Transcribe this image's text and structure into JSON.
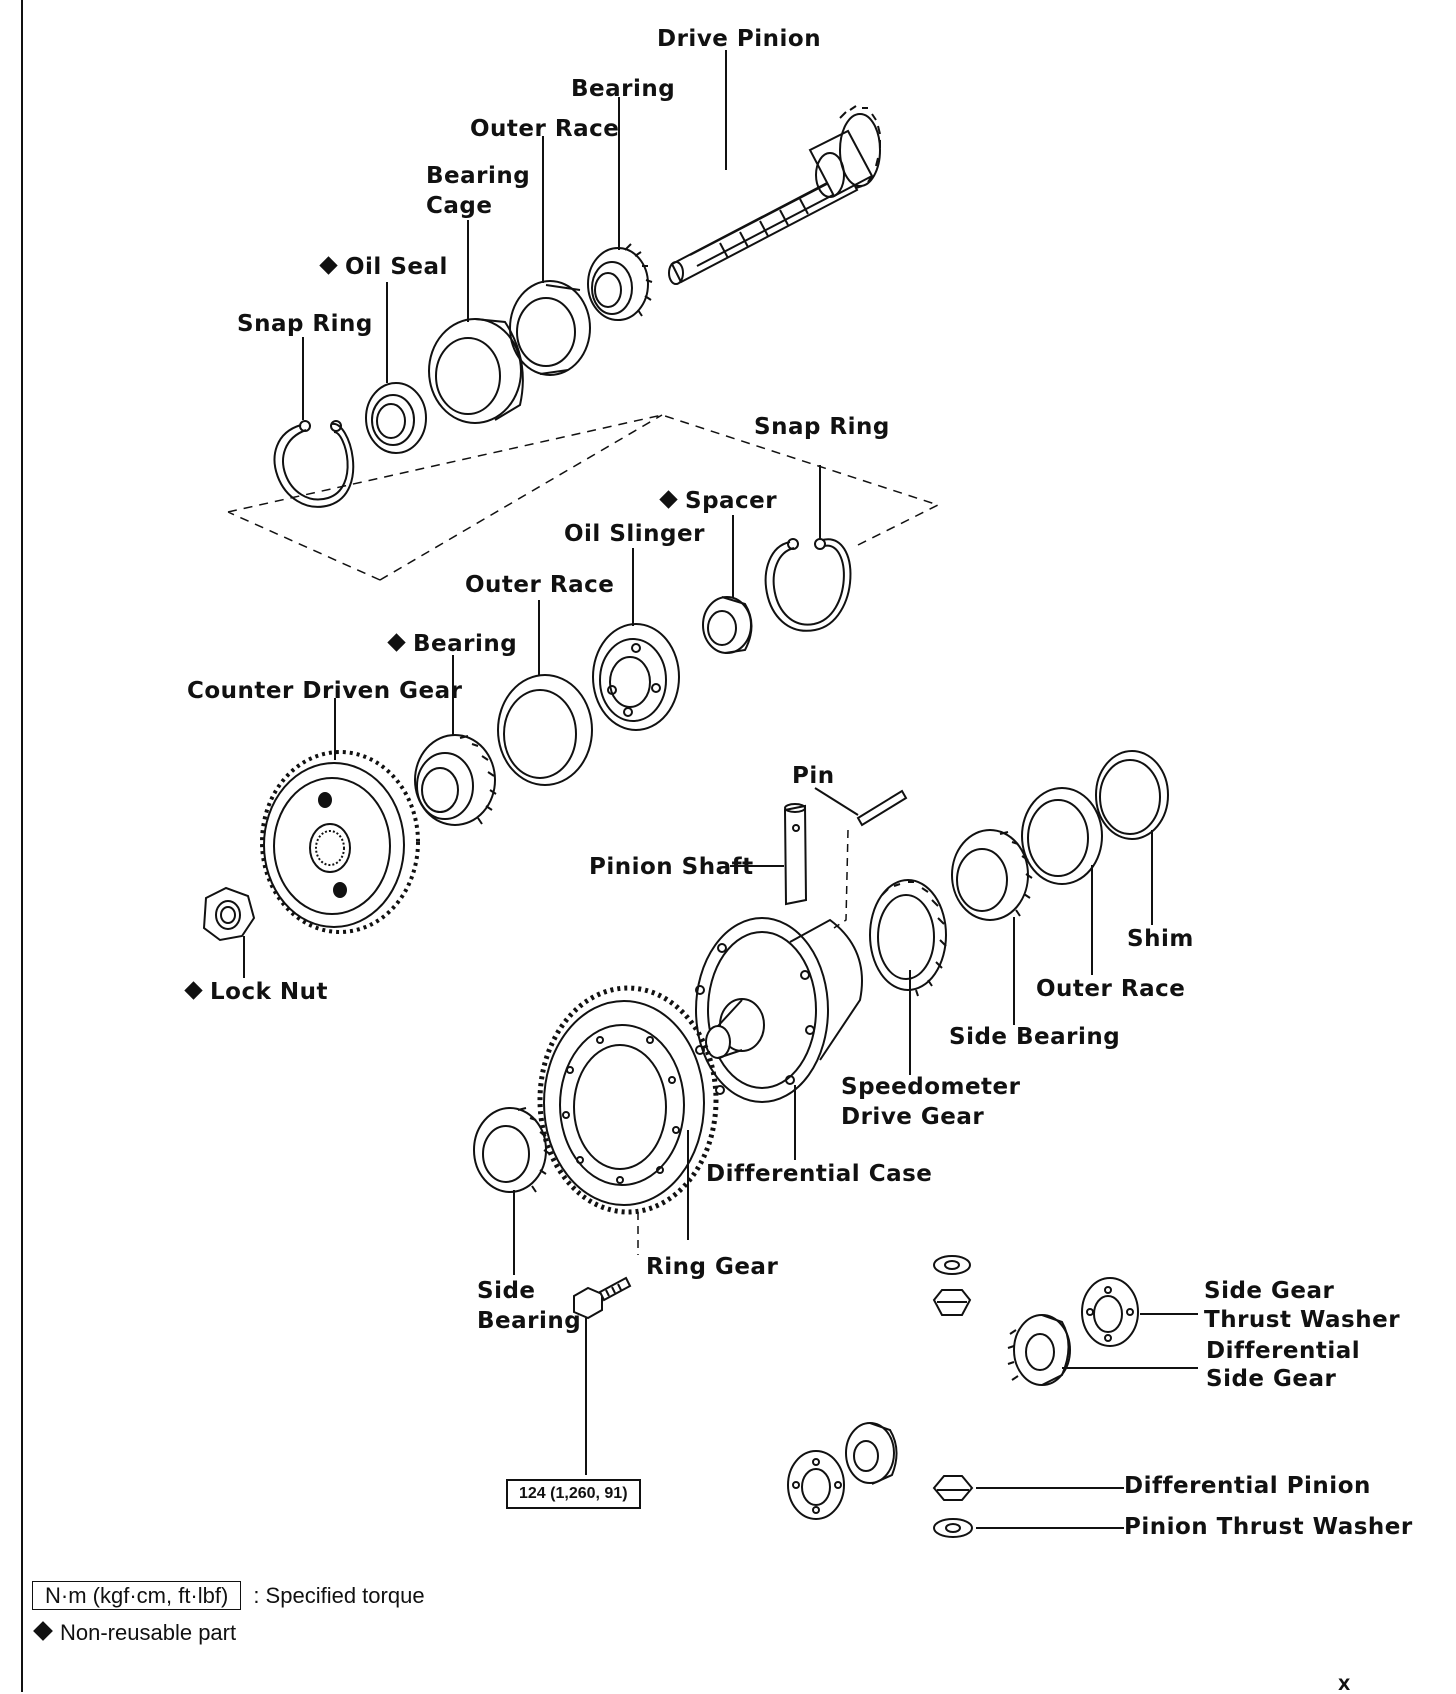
{
  "labels": {
    "drive_pinion": "Drive Pinion",
    "bearing_top": "Bearing",
    "outer_race_top": "Outer Race",
    "bearing_cage_1": "Bearing",
    "bearing_cage_2": "Cage",
    "oil_seal": "Oil Seal",
    "snap_ring_top": "Snap Ring",
    "snap_ring_mid": "Snap Ring",
    "spacer": "Spacer",
    "oil_slinger": "Oil Slinger",
    "outer_race_mid": "Outer Race",
    "bearing_mid": "Bearing",
    "counter_driven_gear": "Counter Driven Gear",
    "pin": "Pin",
    "pinion_shaft": "Pinion Shaft",
    "shim": "Shim",
    "outer_race_right": "Outer Race",
    "side_bearing_right": "Side Bearing",
    "lock_nut": "Lock Nut",
    "speedometer_1": "Speedometer",
    "speedometer_2": "Drive Gear",
    "differential_case": "Differential  Case",
    "ring_gear": "Ring Gear",
    "side_bearing_left_1": "Side",
    "side_bearing_left_2": "Bearing",
    "side_gear_thrust_1": "Side Gear",
    "side_gear_thrust_2": "Thrust Washer",
    "diff_side_gear_1": "Differential",
    "diff_side_gear_2": "Side Gear",
    "differential_pinion": "Differential Pinion",
    "pinion_thrust_washer": "Pinion Thrust Washer"
  },
  "torque": "124 (1,260, 91)",
  "legend": {
    "torque_unit": "N·m (kgf·cm, ft·lbf)",
    "torque_text": ": Specified torque",
    "nonreusable_text": "Non-reusable part"
  },
  "corner_mark": "X"
}
